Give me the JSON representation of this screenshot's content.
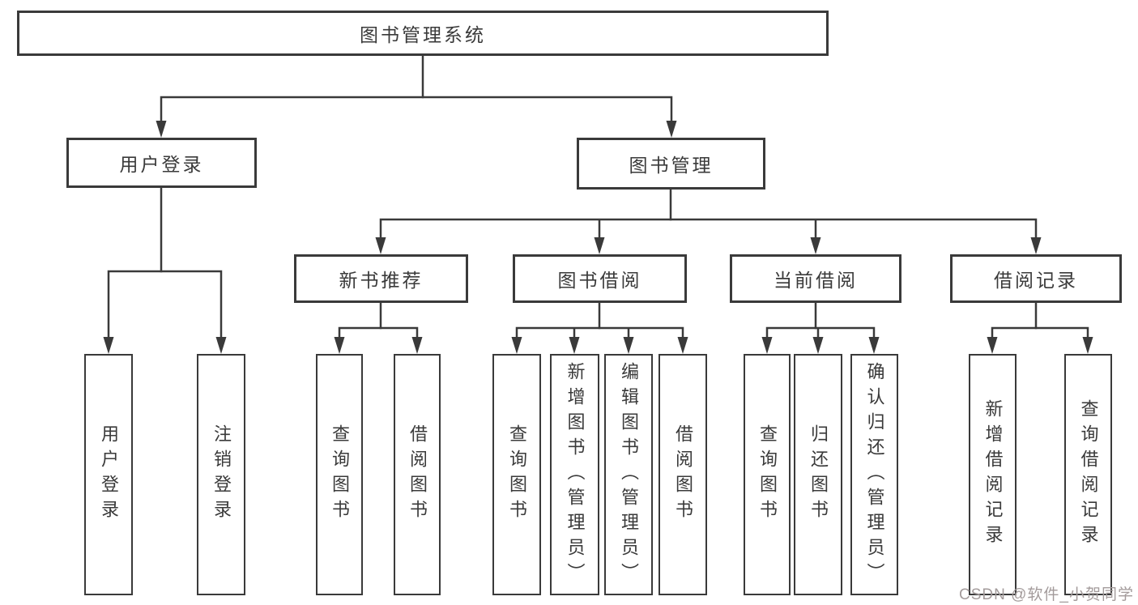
{
  "root": {
    "label": "图书管理系统"
  },
  "user_login": {
    "label": "用户登录",
    "leaves": [
      "用户登录",
      "注销登录"
    ]
  },
  "book_mgmt": {
    "label": "图书管理",
    "groups": [
      {
        "label": "新书推荐",
        "leaves": [
          "查询图书",
          "借阅图书"
        ]
      },
      {
        "label": "图书借阅",
        "leaves": [
          "查询图书",
          "新增图书（管理员）",
          "编辑图书（管理员）",
          "借阅图书"
        ]
      },
      {
        "label": "当前借阅",
        "leaves": [
          "查询图书",
          "归还图书",
          "确认归还（管理员）"
        ]
      },
      {
        "label": "借阅记录",
        "leaves": [
          "新增借阅记录",
          "查询借阅记录"
        ]
      }
    ]
  },
  "watermark": {
    "text": "CSDN @软件_小贺同学"
  }
}
